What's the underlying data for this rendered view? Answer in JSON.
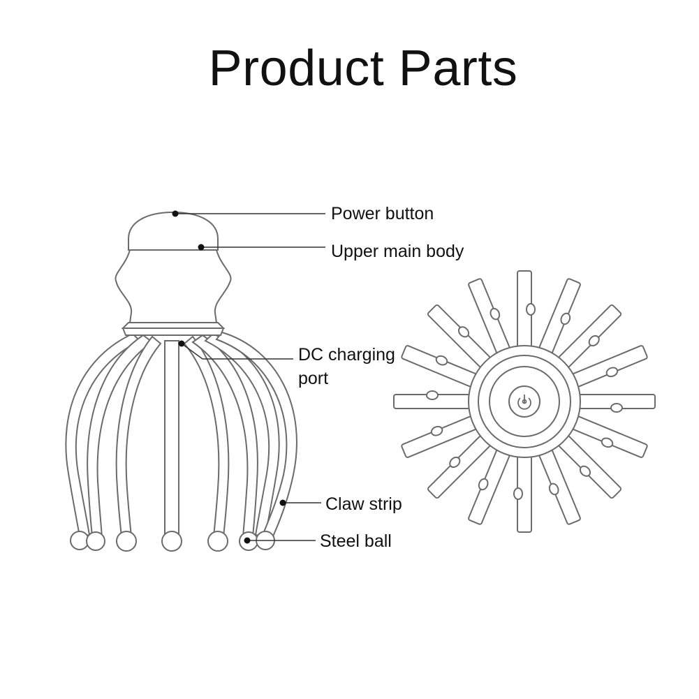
{
  "title": "Product Parts",
  "labels": {
    "power_button": "Power button",
    "upper_main_body": "Upper main body",
    "dc_charging_port_line1": "DC charging",
    "dc_charging_port_line2": "port",
    "claw_strip": "Claw strip",
    "steel_ball": "Steel ball"
  },
  "views": {
    "side_view": "side-view",
    "top_view": "top-view"
  },
  "icons": {
    "power": "power-icon"
  },
  "colors": {
    "outline": "#6b6b6b",
    "text": "#111111",
    "background": "#ffffff"
  }
}
